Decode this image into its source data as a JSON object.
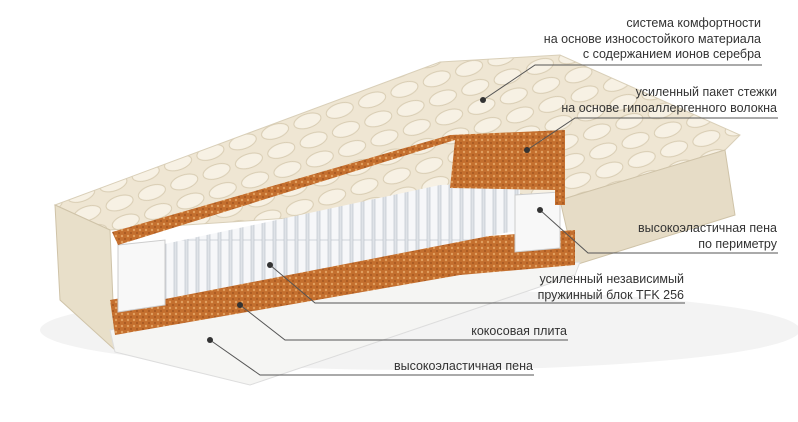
{
  "colors": {
    "cover": "#efe6d3",
    "coconut": "#c9722f",
    "foam": "#f4f4f2",
    "spring": "#e9ecef",
    "line": "#555555"
  },
  "labels": [
    {
      "lines": [
        "система комфортности",
        "на основе износостойкого материала",
        "с содержанием ионов серебра"
      ]
    },
    {
      "lines": [
        "усиленный пакет стежки",
        "на основе гипоаллергенного волокна"
      ]
    },
    {
      "lines": [
        "высокоэластичная пена",
        "по периметру"
      ]
    },
    {
      "lines": [
        "усиленный независимый",
        "пружинный блок TFK 256"
      ]
    },
    {
      "lines": [
        "кокосовая плита"
      ]
    },
    {
      "lines": [
        "высокоэластичная пена"
      ]
    }
  ]
}
